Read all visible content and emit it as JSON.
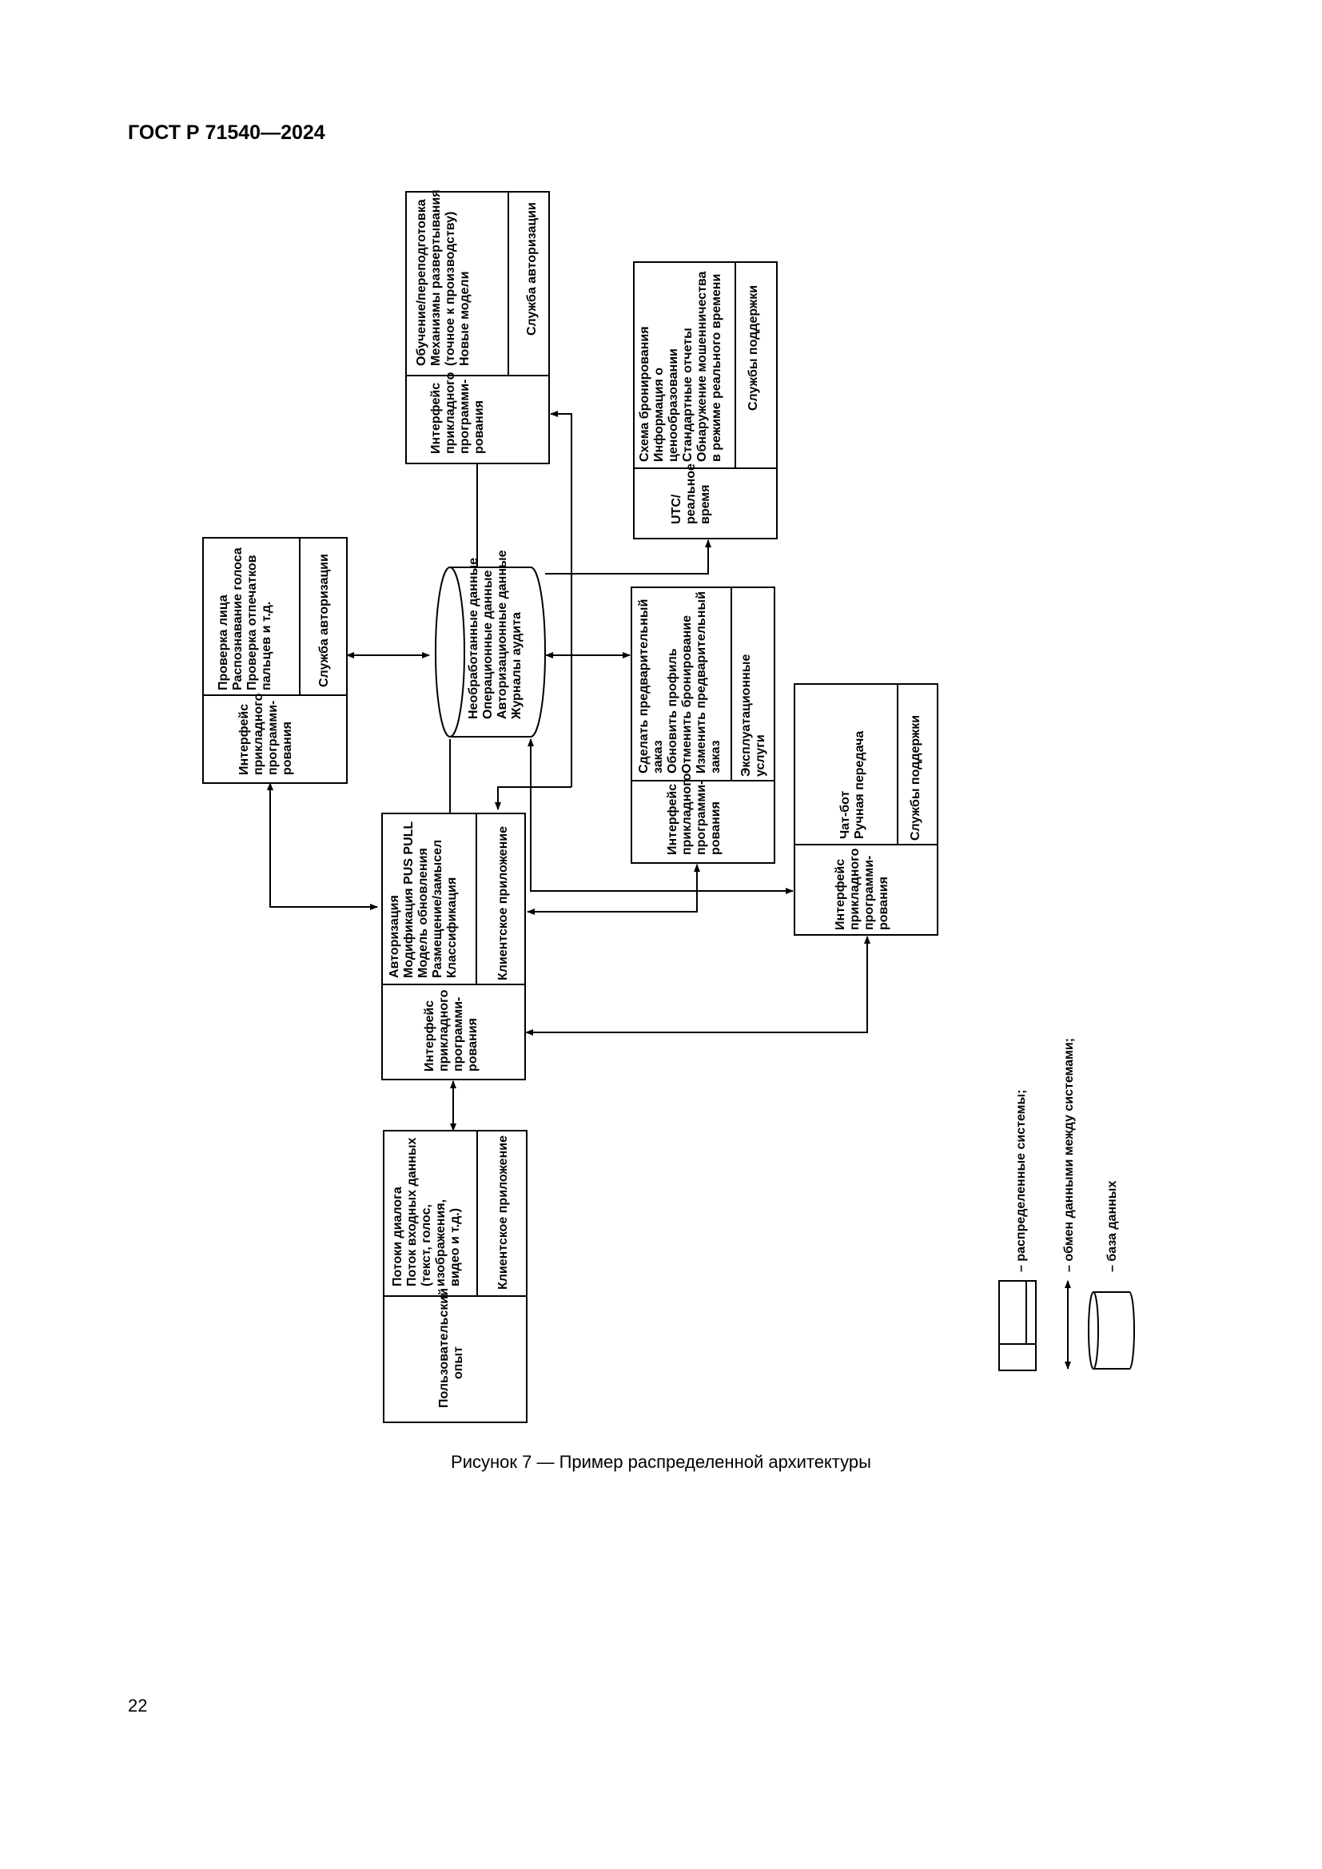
{
  "header": "ГОСТ Р 71540—2024",
  "caption": "Рисунок 7 — Пример распределенной архитектуры",
  "page_number": "22",
  "blocks": {
    "training": {
      "api": [
        "Интерфейс",
        "прикладного",
        "программи-",
        "рования"
      ],
      "content": [
        "Обучение/переподготовка",
        "Механизмы развертывания",
        "(точное к производству)",
        "Новые модели"
      ],
      "service": "Служба авторизации"
    },
    "reports": {
      "api": [
        "UTC/",
        "реальное",
        "время"
      ],
      "content": [
        "Схема бронирования",
        "Информация о",
        "ценообразовании",
        "Стандартные отчеты",
        "Обнаружение мошенничества",
        "в режиме реального времени"
      ],
      "service": "Службы поддержки"
    },
    "biometrics": {
      "api": [
        "Интерфейс",
        "прикладного",
        "программи-",
        "рования"
      ],
      "content": [
        "Проверка лица",
        "Распознавание голоса",
        "Проверка отпечатков",
        "пальцев и т.д."
      ],
      "service": "Служба авторизации"
    },
    "database": {
      "content": [
        "Необработанные данные",
        "Операционные данные",
        "Авторизационные данные",
        "Журналы аудита"
      ]
    },
    "booking": {
      "api": [
        "Интерфейс",
        "прикладного",
        "программи-",
        "рования"
      ],
      "content": [
        "Сделать предварительный",
        "заказ",
        "Обновить профиль",
        "Отменить бронирование",
        "Изменить предварительный",
        "заказ"
      ],
      "service": [
        "Эксплуатационные",
        "услуги"
      ]
    },
    "chatbot": {
      "api": [
        "Интерфейс",
        "прикладного",
        "программи-",
        "рования"
      ],
      "content": [
        "Чат-бот",
        "Ручная передача"
      ],
      "service": "Службы поддержки"
    },
    "client_app": {
      "api": [
        "Интерфейс",
        "прикладного",
        "программи-",
        "рования"
      ],
      "content": [
        "Авторизация",
        "Модификация PUS PULL",
        "Модель обновления",
        "Размещение/замысел",
        "Классификация"
      ],
      "service": "Клиентское приложение"
    },
    "user": {
      "api": [
        "Пользовательский",
        "опыт"
      ],
      "content": [
        "Потоки диалога",
        "Поток входных данных",
        "(текст, голос,",
        "изображения,",
        "видео и т.д.)"
      ],
      "service": "Клиентское приложение"
    }
  },
  "legend": {
    "systems": "– распределенные системы;",
    "exchange": "– обмен данными между системами;",
    "database": "– база данных"
  }
}
